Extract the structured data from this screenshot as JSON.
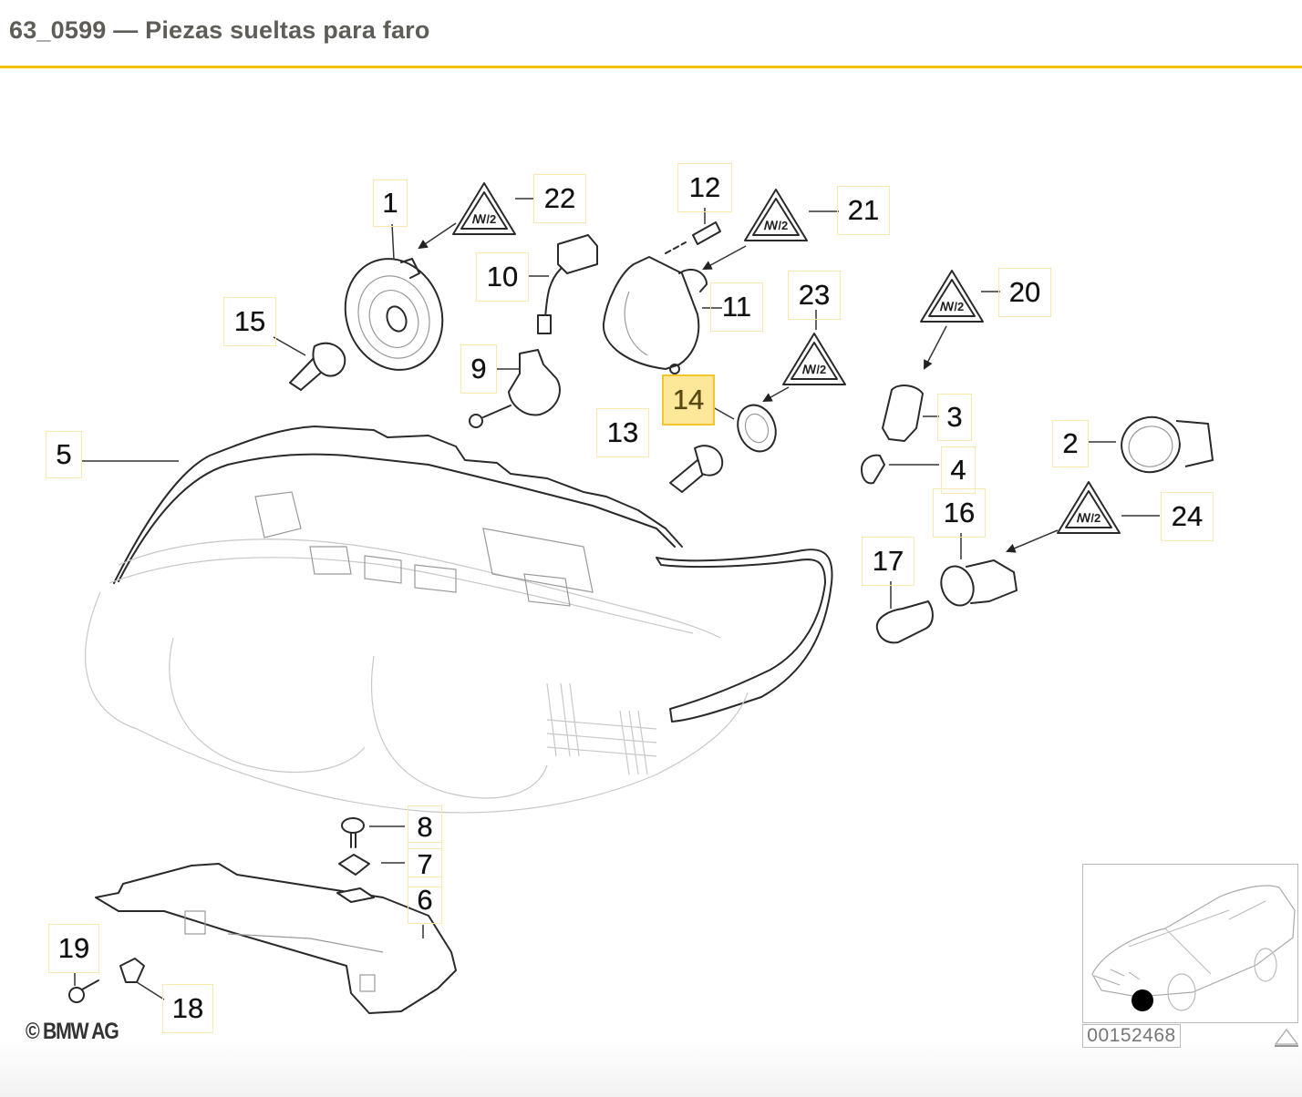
{
  "header": {
    "title": "63_0599 — Piezas sueltas para faro",
    "accent_color": "#f2c100"
  },
  "diagram": {
    "selected_part": "14",
    "highlight_color": "#fde89a",
    "callouts": [
      {
        "id": "1",
        "label": "1"
      },
      {
        "id": "2",
        "label": "2"
      },
      {
        "id": "3",
        "label": "3"
      },
      {
        "id": "4",
        "label": "4"
      },
      {
        "id": "5",
        "label": "5"
      },
      {
        "id": "6",
        "label": "6"
      },
      {
        "id": "7",
        "label": "7"
      },
      {
        "id": "8",
        "label": "8"
      },
      {
        "id": "9",
        "label": "9"
      },
      {
        "id": "10",
        "label": "10"
      },
      {
        "id": "11",
        "label": "11"
      },
      {
        "id": "12",
        "label": "12"
      },
      {
        "id": "13",
        "label": "13"
      },
      {
        "id": "14",
        "label": "14"
      },
      {
        "id": "15",
        "label": "15"
      },
      {
        "id": "16",
        "label": "16"
      },
      {
        "id": "17",
        "label": "17"
      },
      {
        "id": "18",
        "label": "18"
      },
      {
        "id": "19",
        "label": "19"
      },
      {
        "id": "20",
        "label": "20"
      },
      {
        "id": "21",
        "label": "21"
      },
      {
        "id": "22",
        "label": "22"
      },
      {
        "id": "23",
        "label": "23"
      },
      {
        "id": "24",
        "label": "24"
      }
    ],
    "warning_symbol": "hot-bulb-warning-triangle",
    "copyright": "© BMW AG",
    "reference_number": "00152468",
    "locator_thumbnail": "car-front-left-headlight-position"
  }
}
